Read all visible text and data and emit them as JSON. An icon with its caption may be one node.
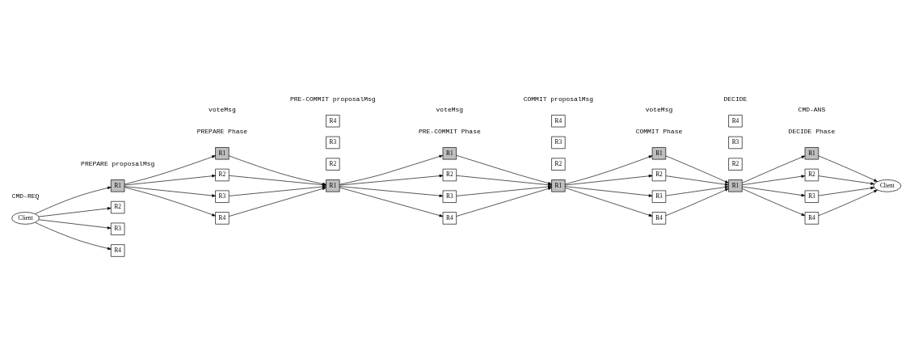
{
  "diagram": {
    "nodes": [
      {
        "text": [
          "Client"
        ]
      },
      {
        "text": [
          "R1"
        ]
      },
      {
        "text": [
          "R2"
        ]
      },
      {
        "text": [
          "R3"
        ]
      },
      {
        "text": [
          "R4"
        ]
      },
      {
        "text": [
          "R1"
        ]
      },
      {
        "text": [
          "R2"
        ]
      },
      {
        "text": [
          "R3"
        ]
      },
      {
        "text": [
          "R4"
        ]
      },
      {
        "text": [
          "R1"
        ]
      },
      {
        "text": [
          "R2"
        ]
      },
      {
        "text": [
          "R3"
        ]
      },
      {
        "text": [
          "R4"
        ]
      },
      {
        "text": [
          "R1"
        ]
      },
      {
        "text": [
          "R2"
        ]
      },
      {
        "text": [
          "R3"
        ]
      },
      {
        "text": [
          "R4"
        ]
      },
      {
        "text": [
          "R1"
        ]
      },
      {
        "text": [
          "R2"
        ]
      },
      {
        "text": [
          "R3"
        ]
      },
      {
        "text": [
          "R4"
        ]
      },
      {
        "text": [
          "R1"
        ]
      },
      {
        "text": [
          "R2"
        ]
      },
      {
        "text": [
          "R3"
        ]
      },
      {
        "text": [
          "R4"
        ]
      },
      {
        "text": [
          "R1"
        ]
      },
      {
        "text": [
          "R2"
        ]
      },
      {
        "text": [
          "R3"
        ]
      },
      {
        "text": [
          "R4"
        ]
      },
      {
        "text": [
          "R1"
        ]
      },
      {
        "text": [
          "R2"
        ]
      },
      {
        "text": [
          "R3"
        ]
      },
      {
        "text": [
          "R4"
        ]
      },
      {
        "text": [
          "Client"
        ]
      }
    ],
    "edges": [
      {
        "from": 0,
        "to": 1,
        "arrow": "to"
      },
      {
        "from": 0,
        "to": 2,
        "arrow": "to"
      },
      {
        "from": 0,
        "to": 3,
        "arrow": "to"
      },
      {
        "from": 0,
        "to": 4,
        "arrow": "to"
      },
      {
        "from": 1,
        "to": 5,
        "arrow": "to"
      },
      {
        "from": 1,
        "to": 6,
        "arrow": "to"
      },
      {
        "from": 1,
        "to": 7,
        "arrow": "to"
      },
      {
        "from": 1,
        "to": 8,
        "arrow": "to"
      },
      {
        "from": 5,
        "to": 9,
        "arrow": "to"
      },
      {
        "from": 6,
        "to": 9,
        "arrow": "to"
      },
      {
        "from": 7,
        "to": 9,
        "arrow": "to"
      },
      {
        "from": 8,
        "to": 9,
        "arrow": "to"
      },
      {
        "from": 9,
        "to": 13,
        "arrow": "to"
      },
      {
        "from": 9,
        "to": 14,
        "arrow": "to"
      },
      {
        "from": 9,
        "to": 15,
        "arrow": "to"
      },
      {
        "from": 9,
        "to": 16,
        "arrow": "to"
      },
      {
        "from": 13,
        "to": 17,
        "arrow": "to"
      },
      {
        "from": 14,
        "to": 17,
        "arrow": "to"
      },
      {
        "from": 15,
        "to": 17,
        "arrow": "to"
      },
      {
        "from": 16,
        "to": 17,
        "arrow": "to"
      },
      {
        "from": 17,
        "to": 21,
        "arrow": "to"
      },
      {
        "from": 17,
        "to": 22,
        "arrow": "to"
      },
      {
        "from": 17,
        "to": 23,
        "arrow": "to"
      },
      {
        "from": 17,
        "to": 24,
        "arrow": "to"
      },
      {
        "from": 21,
        "to": 25,
        "arrow": "to"
      },
      {
        "from": 22,
        "to": 25,
        "arrow": "to"
      },
      {
        "from": 23,
        "to": 25,
        "arrow": "to"
      },
      {
        "from": 24,
        "to": 25,
        "arrow": "to"
      },
      {
        "from": 25,
        "to": 29,
        "arrow": "to"
      },
      {
        "from": 25,
        "to": 30,
        "arrow": "to"
      },
      {
        "from": 25,
        "to": 31,
        "arrow": "to"
      },
      {
        "from": 25,
        "to": 32,
        "arrow": "to"
      },
      {
        "from": 29,
        "to": 33,
        "arrow": "to"
      },
      {
        "from": 30,
        "to": 33,
        "arrow": "to"
      },
      {
        "from": 31,
        "to": 33,
        "arrow": "to"
      },
      {
        "from": 32,
        "to": 33,
        "arrow": "to"
      }
    ],
    "labels": [
      "PREPARE Phase",
      "PRE-COMMIT Phase",
      "COMMIT Phase",
      "DECIDE Phase",
      "CMD-REQ",
      "PREPARE proposalMsg",
      "voteMsg",
      "PRE-COMMIT proposalMsg",
      "voteMsg",
      "COMMIT proposalMsg",
      "voteMsg",
      "DECIDE",
      "CMD-ANS"
    ]
  }
}
